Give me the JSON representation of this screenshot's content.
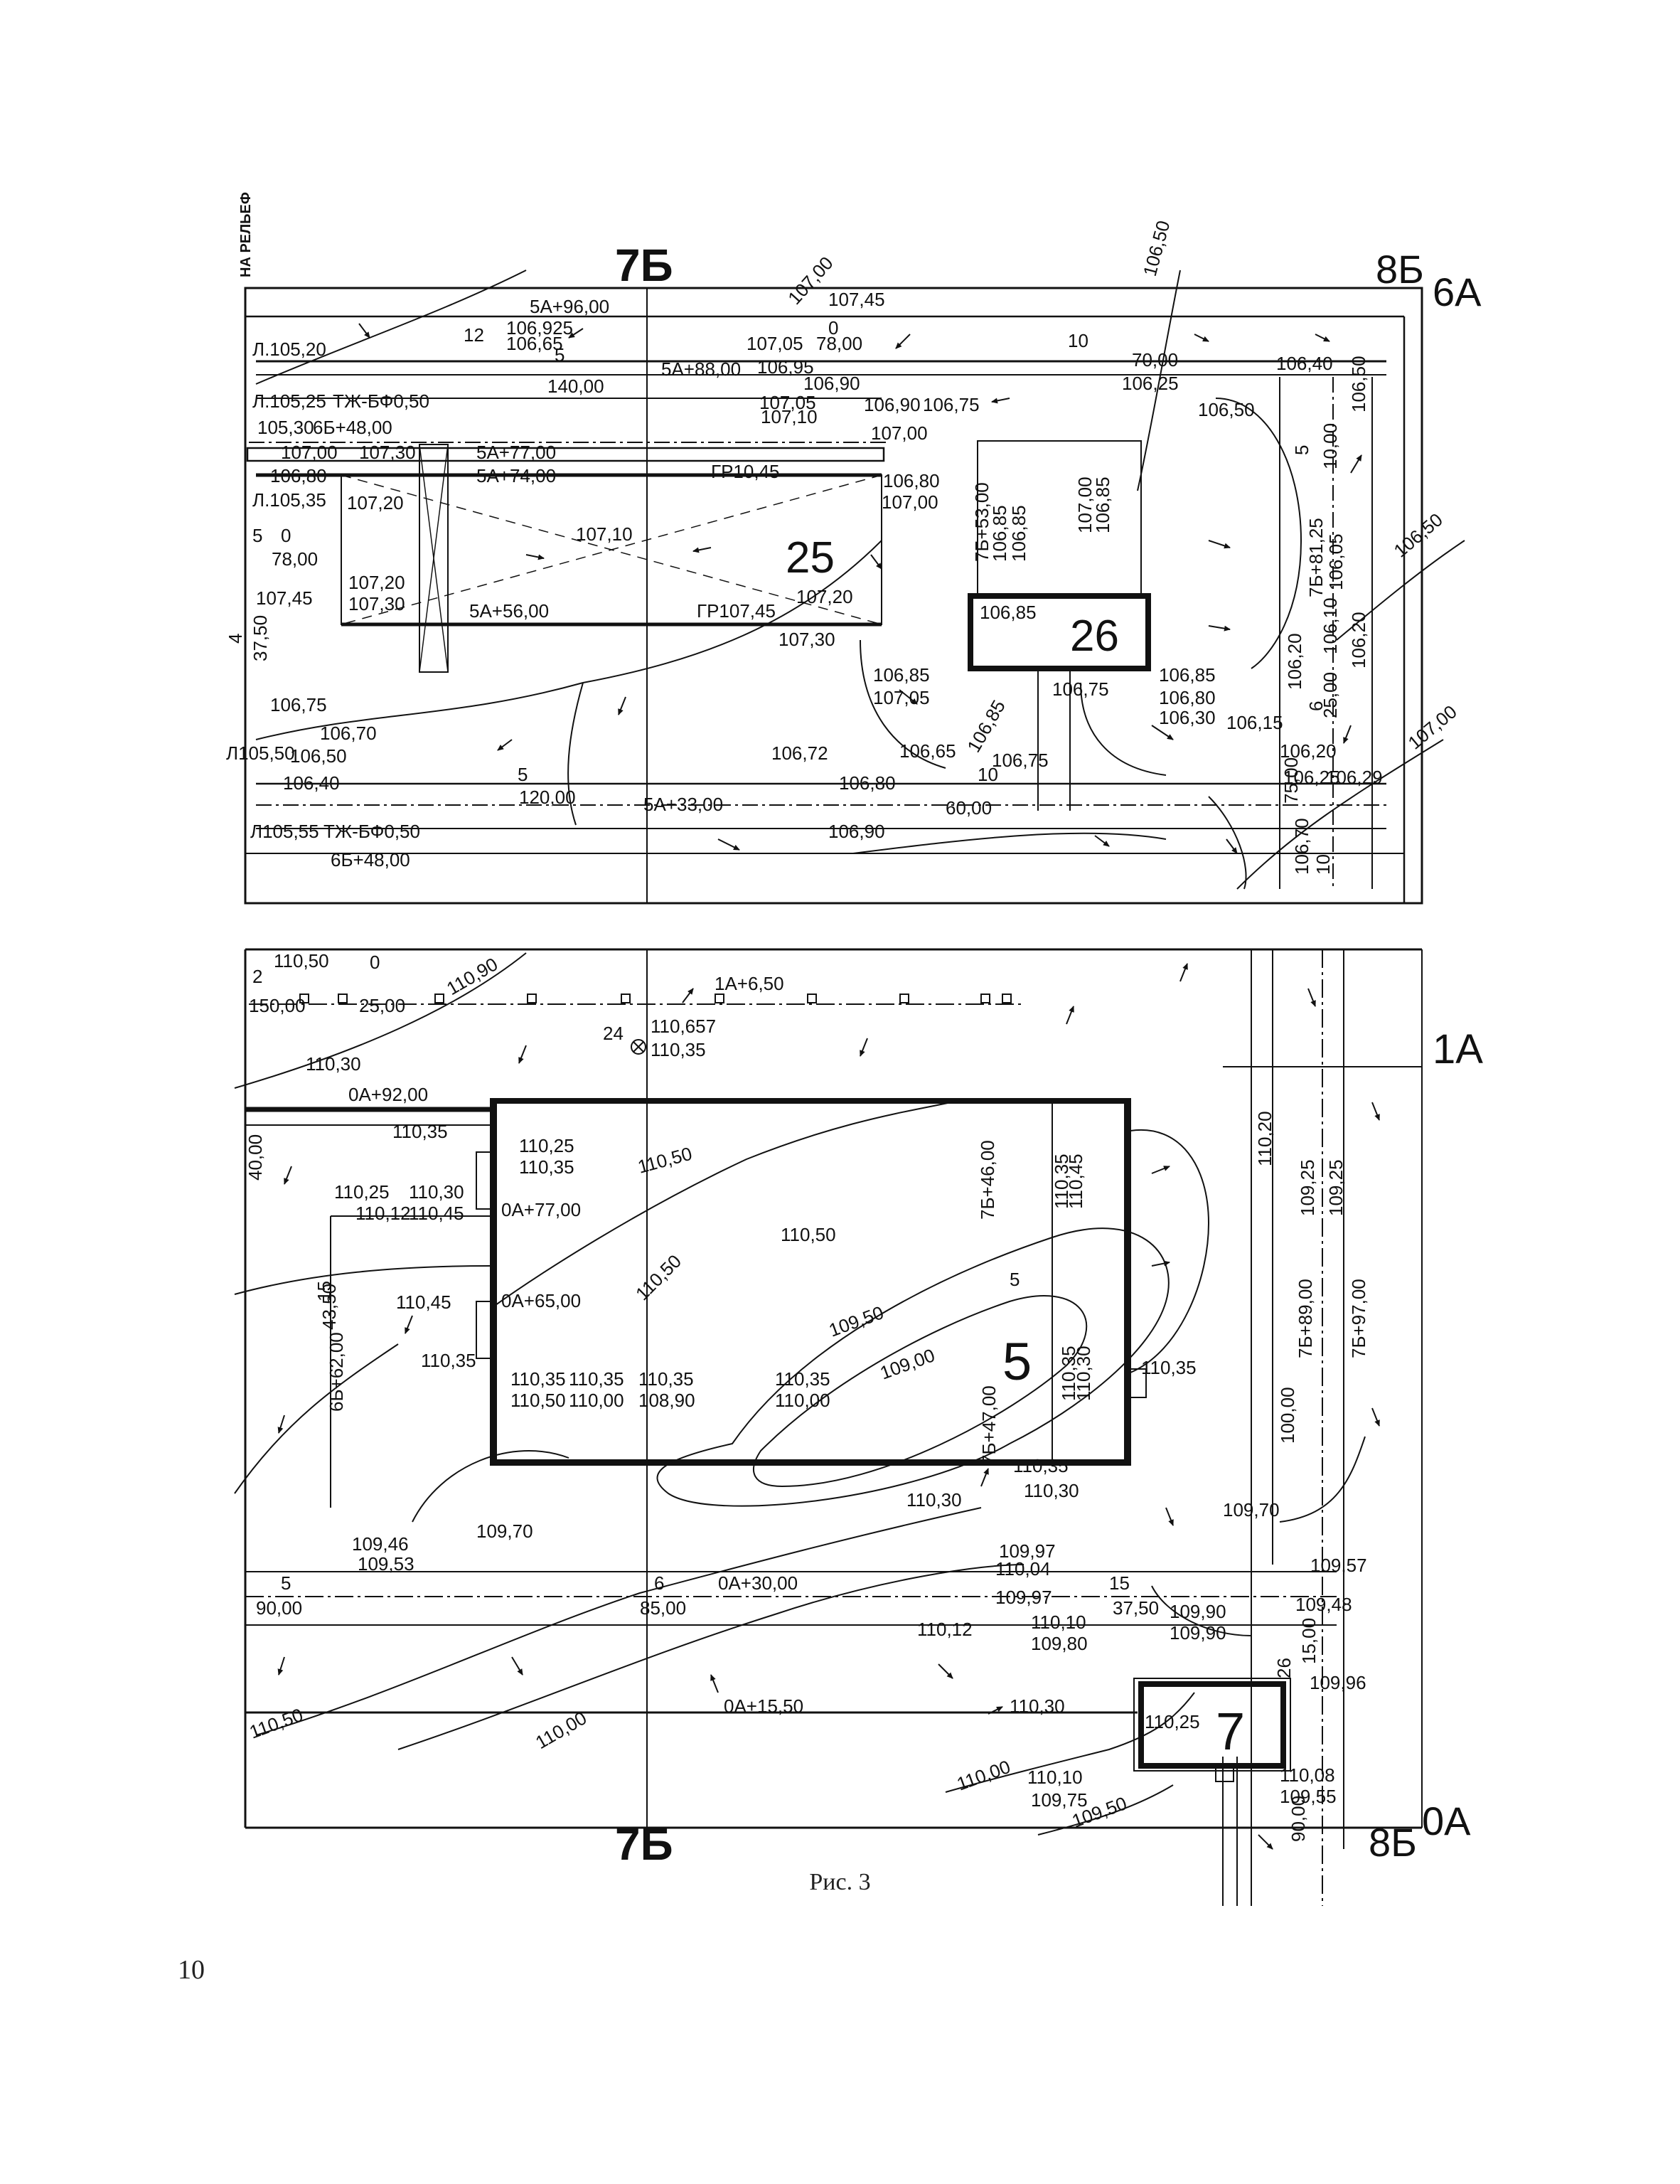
{
  "figure": {
    "caption": "Рис. 3",
    "page_number": "10"
  },
  "top_plan": {
    "side_label": "НА РЕЛЬЕФ",
    "axis_top": "7Б",
    "axis_corner_1": "8Б",
    "axis_corner_2": "6А",
    "building_25": "25",
    "building_26": "26",
    "labels": [
      "5А+96,00",
      "107,45",
      "106,925",
      "106,65",
      "12",
      "107,05",
      "78,00",
      "0",
      "106,95",
      "106,90",
      "5А+88,00",
      "5",
      "140,00",
      "Л.105,20",
      "Л.105,25",
      "ТЖ-БФ0,50",
      "105,30",
      "6Б+48,00",
      "107,00",
      "107,30",
      "5А+77,00",
      "5А+74,00",
      "ГР10,45",
      "106,80",
      "Л.105,35",
      "107,20",
      "5",
      "0",
      "78,00",
      "107,45",
      "37,50",
      "4",
      "107,10",
      "107,20",
      "107,30",
      "5А+56,00",
      "ГР107,45",
      "107,20",
      "107,30",
      "106,75",
      "106,70",
      "Л105,50",
      "106,50",
      "106,40",
      "5",
      "120,00",
      "5А+33,00",
      "106,72",
      "106,80",
      "10",
      "60,00",
      "106,90",
      "Л105,55",
      "ТЖ-БФ0,50",
      "6Б+48,00",
      "107,05",
      "107,10",
      "106,90",
      "106,75",
      "107,00",
      "106,80",
      "107,00",
      "106,85",
      "107,05",
      "7Б+53,00",
      "106,85",
      "106,85",
      "107,00",
      "106,85",
      "106,85",
      "106,75",
      "106,65",
      "106,75",
      "106,85",
      "106,85",
      "106,80",
      "106,30",
      "106,15",
      "106,20",
      "106,25",
      "106,29",
      "75,00",
      "10",
      "106,70",
      "10",
      "70,00",
      "106,25",
      "106,40",
      "106,50",
      "5",
      "10,00",
      "7Б+81,25",
      "106,05",
      "106,10",
      "106,20",
      "106,20",
      "6",
      "25,00",
      "106,50",
      "106,50",
      "107,00",
      "107,00",
      "106,50"
    ]
  },
  "bottom_plan": {
    "axis_right_top": "1А",
    "axis_bottom": "7Б",
    "axis_corner_1": "8Б",
    "axis_corner_2": "0А",
    "building_5": "5",
    "building_7": "7",
    "labels": [
      "2",
      "110,50",
      "0",
      "150,00",
      "25,00",
      "110,90",
      "1А+6,50",
      "24",
      "110,657",
      "110,35",
      "110,30",
      "0А+92,00",
      "110,35",
      "110,25",
      "110,35",
      "40,00",
      "110,25",
      "110,30",
      "110,12",
      "110,45",
      "0А+77,00",
      "15",
      "43,50",
      "110,45",
      "0А+65,00",
      "110,35",
      "6Б+62,00",
      "110,50",
      "110,50",
      "7Б+46,00",
      "110,35",
      "110,45",
      "110,20",
      "109,25",
      "109,25",
      "110,50",
      "109,50",
      "109,00",
      "7Б+47,00",
      "110,35",
      "110,30",
      "110,35",
      "7Б+89,00",
      "7Б+97,00",
      "110,35",
      "110,35",
      "110,35",
      "110,35",
      "110,50",
      "110,00",
      "108,90",
      "110,00",
      "5",
      "100,00",
      "110,35",
      "110,30",
      "110,30",
      "109,70",
      "109,70",
      "109,46",
      "109,53",
      "5",
      "90,00",
      "6",
      "85,00",
      "0А+30,00",
      "109,97",
      "110,04",
      "109,97",
      "15",
      "37,50",
      "109,57",
      "109,48",
      "110,12",
      "110,10",
      "109,80",
      "109,90",
      "109,90",
      "26",
      "15,00",
      "109,96",
      "0А+15,50",
      "110,30",
      "110,25",
      "110,50",
      "110,00",
      "110,00",
      "110,10",
      "109,75",
      "109,50",
      "110,08",
      "109,55",
      "90,00"
    ]
  }
}
